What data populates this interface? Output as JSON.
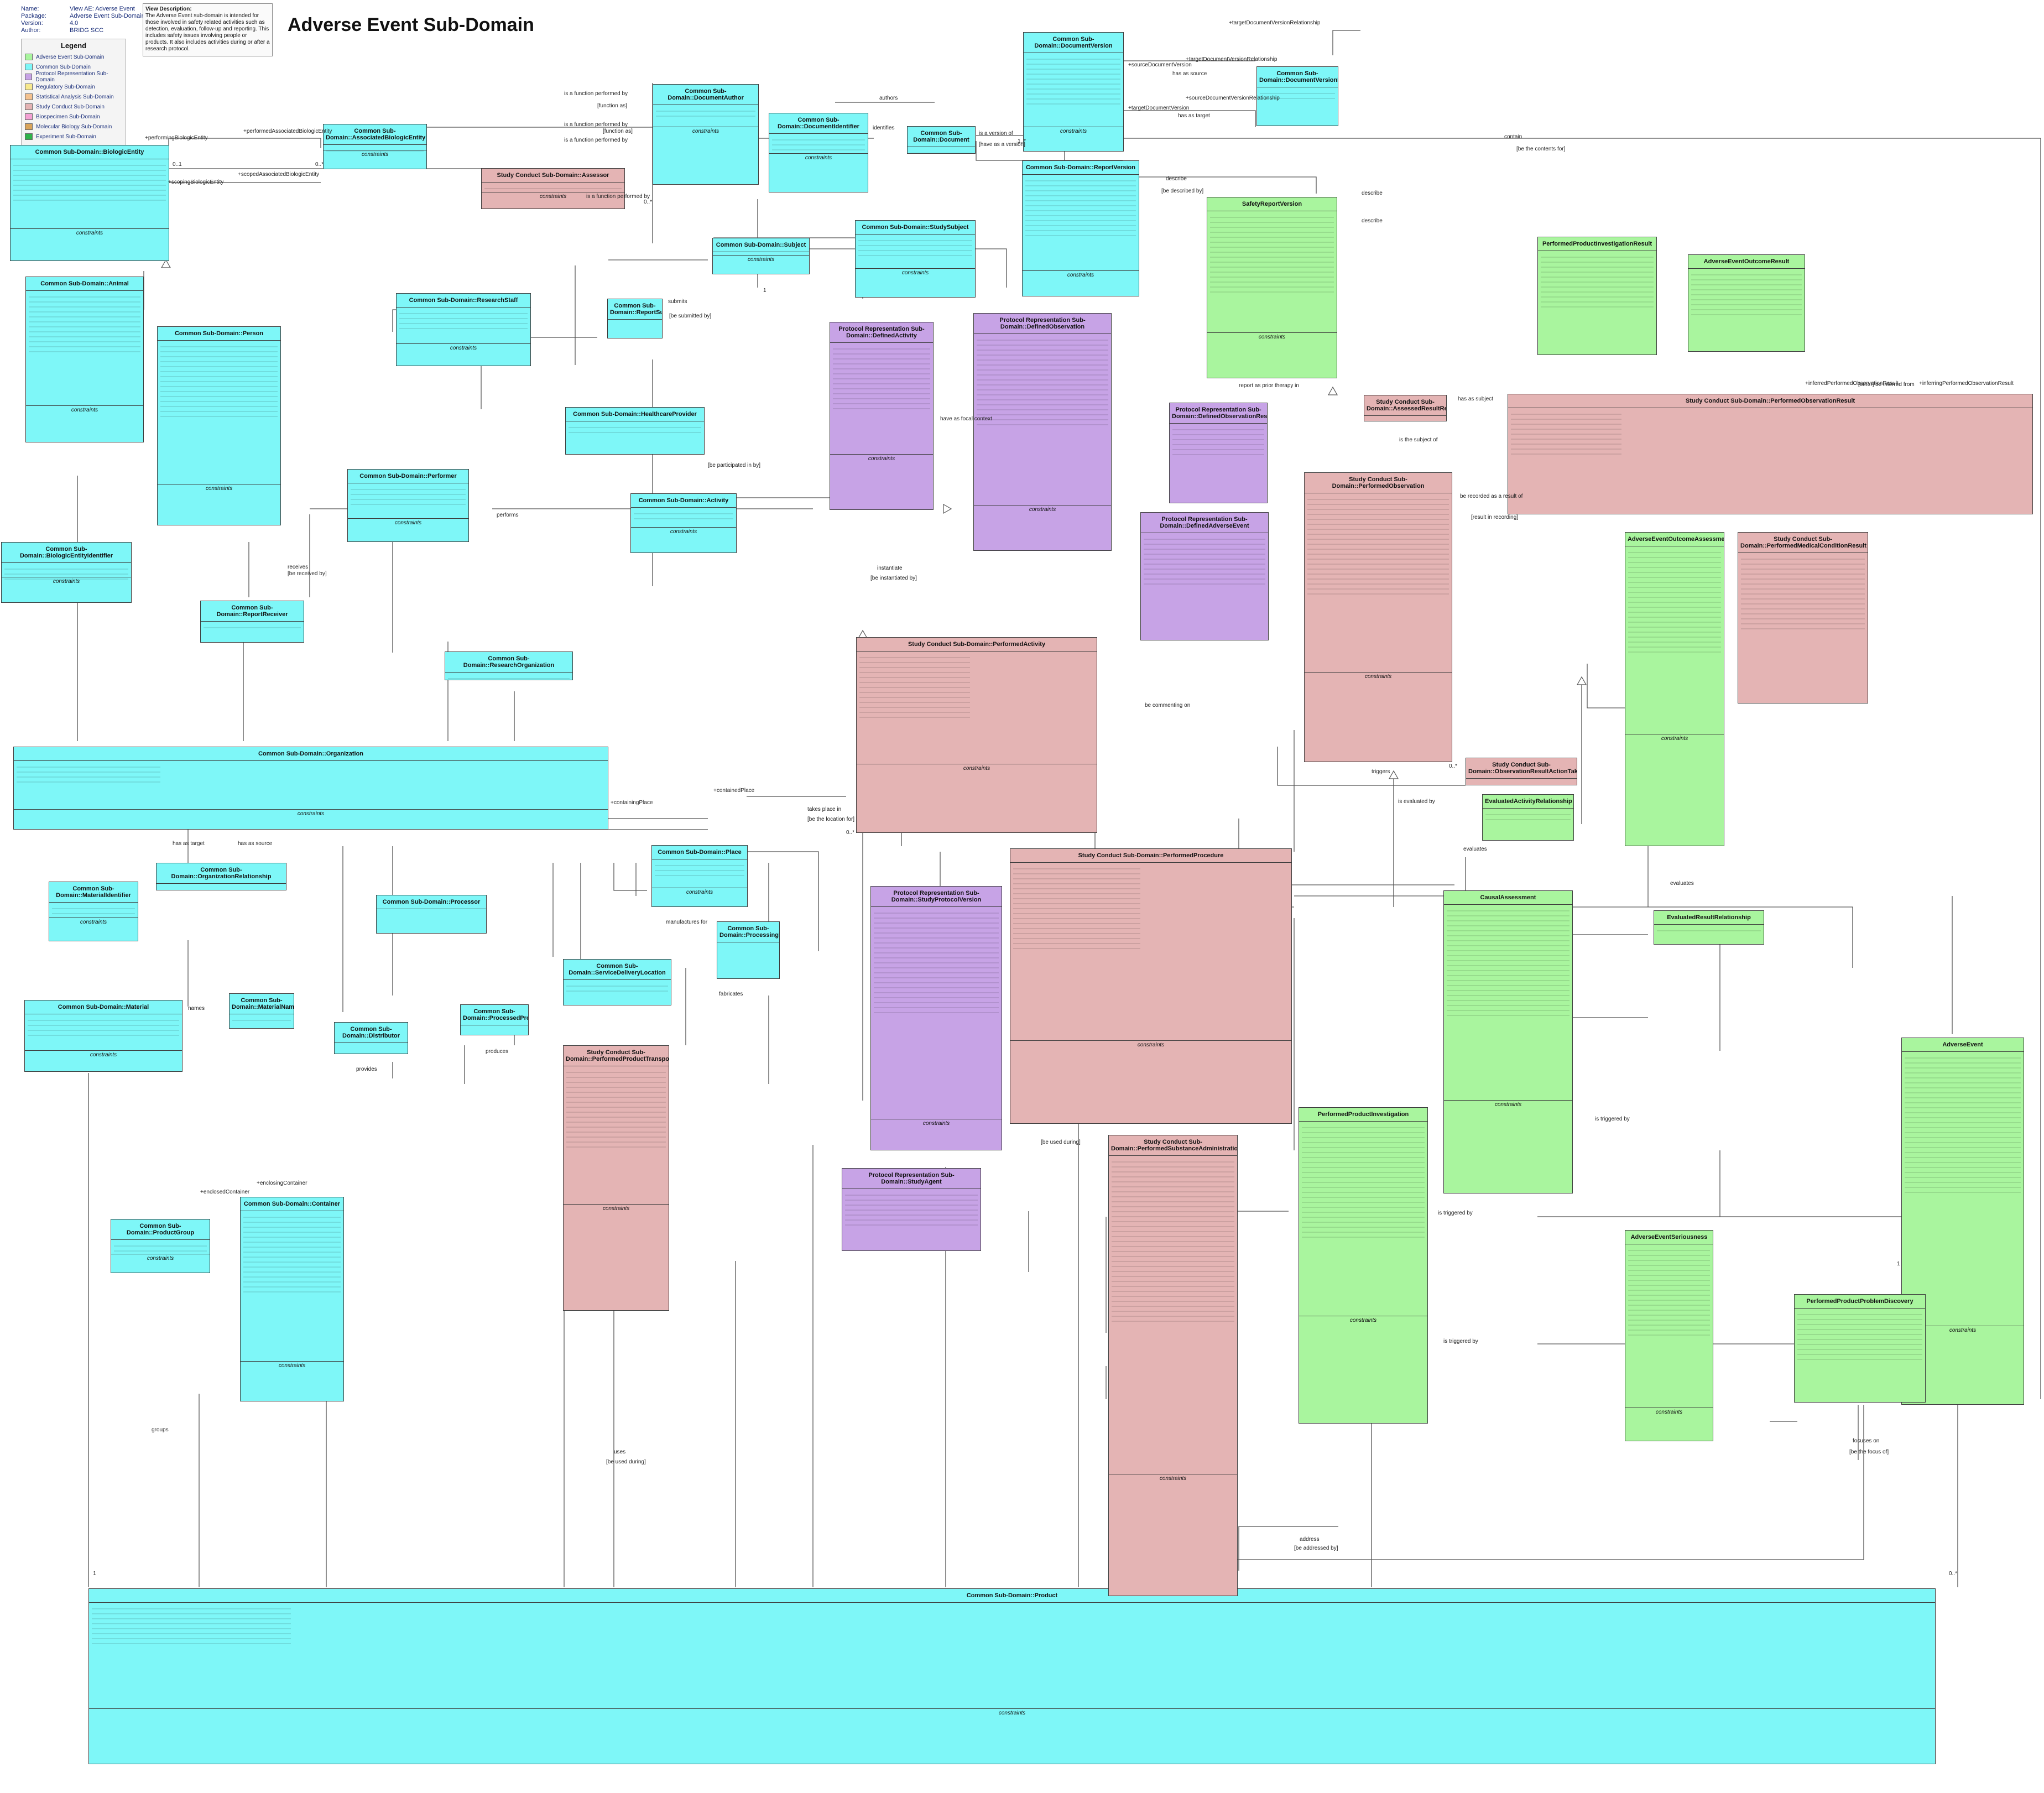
{
  "title": "Adverse Event Sub-Domain",
  "meta": [
    {
      "k": "Name:",
      "v": "View AE: Adverse Event"
    },
    {
      "k": "Package:",
      "v": "Adverse Event Sub-Domain"
    },
    {
      "k": "Version:",
      "v": "4.0"
    },
    {
      "k": "Author:",
      "v": "BRIDG SCC"
    }
  ],
  "note": {
    "title": "View Description:",
    "text": "The Adverse Event sub-domain is intended for those involved in safety related activities such as detection, evaluation, follow-up and reporting. This includes safety issues involving people or products. It also includes activities during or after a research protocol."
  },
  "legend": {
    "title": "Legend",
    "items": [
      {
        "label": "Adverse Event Sub-Domain",
        "color": "#a9f59e"
      },
      {
        "label": "Common Sub-Domain",
        "color": "#7ef7f8"
      },
      {
        "label": "Protocol Representation Sub-Domain",
        "color": "#c7a3e6"
      },
      {
        "label": "Regulatory Sub-Domain",
        "color": "#f7e98d"
      },
      {
        "label": "Statistical Analysis Sub-Domain",
        "color": "#f4c28f"
      },
      {
        "label": "Study Conduct Sub-Domain",
        "color": "#e4b4b4"
      },
      {
        "label": "Biospecimen Sub-Domain",
        "color": "#f3a1d3"
      },
      {
        "label": "Molecular Biology Sub-Domain",
        "color": "#d9a45a"
      },
      {
        "label": "Experiment Sub-Domain",
        "color": "#2fb34a"
      }
    ]
  },
  "classes": {
    "biologic_entity": "Common Sub-Domain::BiologicEntity",
    "animal": "Common Sub-Domain::Animal",
    "person": "Common Sub-Domain::Person",
    "biologic_entity_identifier": "Common Sub-Domain::BiologicEntityIdentifier",
    "associated_biologic_entity": "Common Sub-Domain::AssociatedBiologicEntity",
    "assessor": "Study Conduct Sub-Domain::Assessor",
    "document_author": "Common Sub-Domain::DocumentAuthor",
    "document_identifier": "Common Sub-Domain::DocumentIdentifier",
    "document": "Common Sub-Domain::Document",
    "document_version": "Common Sub-Domain::DocumentVersion",
    "document_version_relationship": "Common Sub-Domain::DocumentVersionRelationship",
    "report_version": "Common Sub-Domain::ReportVersion",
    "subject": "Common Sub-Domain::Subject",
    "study_subject": "Common Sub-Domain::StudySubject",
    "research_staff": "Common Sub-Domain::ResearchStaff",
    "report_submitter": "Common Sub-Domain::ReportSubmitter",
    "healthcare_provider": "Common Sub-Domain::HealthcareProvider",
    "performer": "Common Sub-Domain::Performer",
    "activity": "Common Sub-Domain::Activity",
    "report_receiver": "Common Sub-Domain::ReportReceiver",
    "research_organization": "Common Sub-Domain::ResearchOrganization",
    "organization": "Common Sub-Domain::Organization",
    "organization_relationship": "Common Sub-Domain::OrganizationRelationship",
    "material_identifier": "Common Sub-Domain::MaterialIdentifier",
    "material": "Common Sub-Domain::Material",
    "material_name": "Common Sub-Domain::MaterialName",
    "place": "Common Sub-Domain::Place",
    "processor": "Common Sub-Domain::Processor",
    "service_delivery_location": "Common Sub-Domain::ServiceDeliveryLocation",
    "processing_site": "Common Sub-Domain::ProcessingSite",
    "distributor": "Common Sub-Domain::Distributor",
    "processed_product": "Common Sub-Domain::ProcessedProduct",
    "product_group": "Common Sub-Domain::ProductGroup",
    "container": "Common Sub-Domain::Container",
    "product": "Common Sub-Domain::Product",
    "defined_activity": "Protocol Representation Sub-Domain::DefinedActivity",
    "defined_observation": "Protocol Representation Sub-Domain::DefinedObservation",
    "defined_observation_result": "Protocol Representation Sub-Domain::DefinedObservationResult",
    "defined_adverse_event": "Protocol Representation Sub-Domain::DefinedAdverseEvent",
    "study_protocol_version": "Protocol Representation Sub-Domain::StudyProtocolVersion",
    "study_agent": "Protocol Representation Sub-Domain::StudyAgent",
    "performed_activity": "Study Conduct Sub-Domain::PerformedActivity",
    "performed_procedure": "Study Conduct Sub-Domain::PerformedProcedure",
    "performed_product_transport": "Study Conduct Sub-Domain::PerformedProductTransport",
    "performed_substance_administration": "Study Conduct Sub-Domain::PerformedSubstanceAdministration",
    "performed_observation": "Study Conduct Sub-Domain::PerformedObservation",
    "assessed_result_relationship": "Study Conduct Sub-Domain::AssessedResultRelationship",
    "performed_observation_result": "Study Conduct Sub-Domain::PerformedObservationResult",
    "observation_result_action_taken_relationship": "Study Conduct Sub-Domain::ObservationResultActionTakenRelationship",
    "performed_medical_condition_result": "Study Conduct Sub-Domain::PerformedMedicalConditionResult",
    "safety_report_version": "SafetyReportVersion",
    "performed_product_investigation_result": "PerformedProductInvestigationResult",
    "adverse_event_outcome_result": "AdverseEventOutcomeResult",
    "adverse_event_outcome_assessment": "AdverseEventOutcomeAssessment",
    "evaluated_activity_relationship": "EvaluatedActivityRelationship",
    "causal_assessment": "CausalAssessment",
    "evaluated_result_relationship": "EvaluatedResultRelationship",
    "performed_product_investigation": "PerformedProductInvestigation",
    "adverse_event": "AdverseEvent",
    "adverse_event_seriousness": "AdverseEventSeriousness",
    "performed_product_problem_discovery": "PerformedProductProblemDiscovery"
  },
  "labels": {
    "constraints": "constraints",
    "performing_biologic_entity": "+performingBiologicEntity",
    "performed_associated_biologic_entity": "+performedAssociatedBiologicEntity",
    "scoped_associated_biologic_entity": "+scopedAssociatedBiologicEntity",
    "scoping_biologic_entity": "+scopingBiologicEntity",
    "is_a_function_performed_by": "is a function performed by",
    "function_as": "[function as]",
    "authors": "authors",
    "identifies": "identifies",
    "is_a_version_of": "is a version of",
    "has_a_version": "[have as a version]",
    "has_as_source": "has as source",
    "has_as_target": "has as target",
    "describe": "describe",
    "be_described_by": "[be described by]",
    "contain": "contain",
    "be_the_contents_for": "[be the contents for]",
    "submits": "submits",
    "be_submitted_by": "[be submitted by]",
    "performs": "performs",
    "be_participated_in_by": "[be participated in by]",
    "receives": "receives",
    "be_received_by": "[be received by]",
    "instantiate": "instantiate",
    "be_instantiated_by": "[be instantiated by]",
    "containing_place": "+containingPlace",
    "contained_place": "+containedPlace",
    "takes_place_in": "takes place in",
    "be_the_location_for": "[be the location for]",
    "has_as_target_org": "has as target",
    "has_as_source_org": "has as source",
    "manufactures_for": "manufactures for",
    "fabricates": "fabricates",
    "produces": "produces",
    "provides": "provides",
    "names": "names",
    "enclosed_container": "+enclosedContainer",
    "enclosing_container": "+enclosingContainer",
    "groups": "groups",
    "uses": "uses",
    "be_used_during": "[be used during]",
    "is_evaluated_by": "is evaluated by",
    "evaluates": "evaluates",
    "triggers": "triggers",
    "is_triggered_by": "is triggered by",
    "has_subject": "has as subject",
    "is_the_subject_of": "is the subject of",
    "is_recorded_as_result_of": "be recorded as a result of",
    "result_in_recording": "[result in recording]",
    "report_as_prior_therapy": "report as prior therapy in",
    "be_commenting_on": "be commenting on",
    "have_as_focal_context": "have as focal context",
    "address": "address",
    "be_addressed_by": "[be addressed by]",
    "focuses_on": "focuses on",
    "be_the_focus_of": "[be the focus of]",
    "other_be_inferred_from": "[other] be inferred from",
    "inferred_observation_result": "+inferredPerformedObservationResult",
    "inferring_observation_result": "+inferringPerformedObservationResult",
    "target_document_version_relationship": "+targetDocumentVersionRelationship",
    "source_document_version_relationship": "+sourceDocumentVersionRelationship",
    "target_document_version": "+targetDocumentVersion",
    "source_document_version": "+sourceDocumentVersion",
    "mult_many": "0..*",
    "mult_one": "1",
    "mult_zero_one": "0..1",
    "mult_one_many": "1..*"
  }
}
